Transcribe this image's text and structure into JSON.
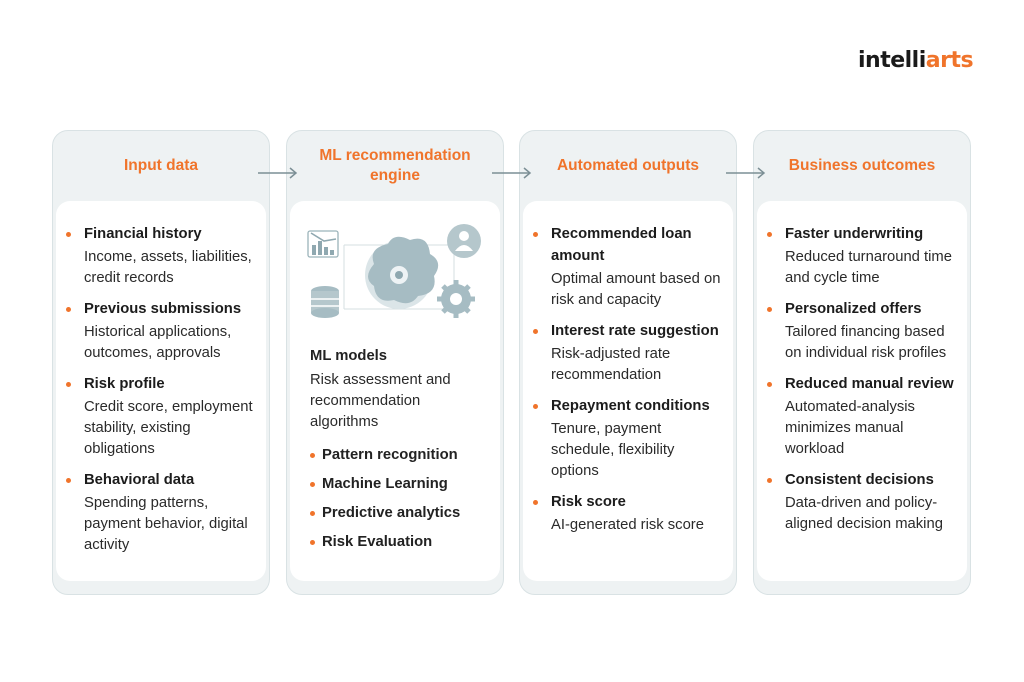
{
  "logo": {
    "left": "intelli",
    "right": "arts"
  },
  "columns": [
    {
      "title": "Input data",
      "items": [
        {
          "title": "Financial history",
          "desc": "Income, assets, liabilities, credit records"
        },
        {
          "title": "Previous submissions",
          "desc": "Historical applications, outcomes, approvals"
        },
        {
          "title": "Risk profile",
          "desc": "Credit score, employment stability, existing obligations"
        },
        {
          "title": "Behavioral data",
          "desc": "Spending patterns, payment behavior, digital activity"
        }
      ]
    },
    {
      "title": "ML recommendation engine",
      "models_title": "ML models",
      "models_desc": "Risk assessment and recommendation algorithms",
      "list": [
        "Pattern recognition",
        "Machine Learning",
        "Predictive analytics",
        "Risk Evaluation"
      ]
    },
    {
      "title": "Automated outputs",
      "items": [
        {
          "title": "Recommended loan amount",
          "desc": "Optimal amount based on risk and capacity"
        },
        {
          "title": "Interest rate suggestion",
          "desc": "Risk-adjusted rate recommendation"
        },
        {
          "title": "Repayment conditions",
          "desc": "Tenure, payment schedule, flexibility options"
        },
        {
          "title": "Risk score",
          "desc": "AI-generated risk score"
        }
      ]
    },
    {
      "title": "Business outcomes",
      "items": [
        {
          "title": "Faster underwriting",
          "desc": "Reduced turnaround time and cycle time"
        },
        {
          "title": "Personalized offers",
          "desc": "Tailored financing based on individual risk profiles"
        },
        {
          "title": "Reduced manual review",
          "desc": "Automated-analysis minimizes manual workload"
        },
        {
          "title": "Consistent decisions",
          "desc": "Data-driven and policy-aligned decision making"
        }
      ]
    }
  ],
  "colors": {
    "accent": "#f0742b",
    "panel": "#eef2f3",
    "icon": "#8fa8b0"
  }
}
